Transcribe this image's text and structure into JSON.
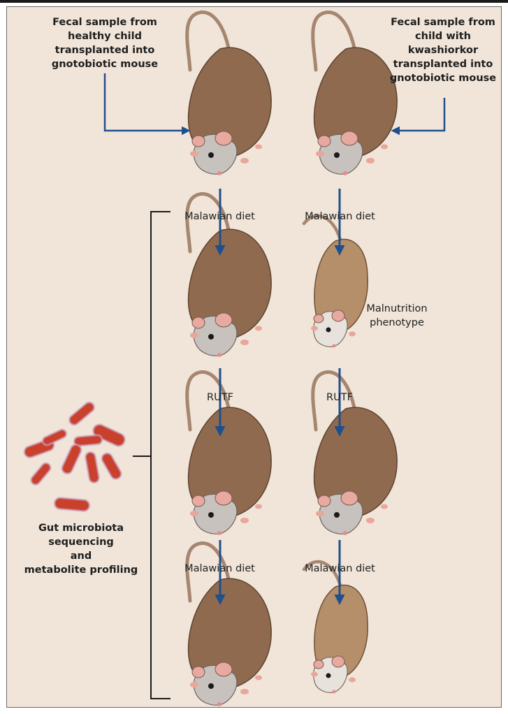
{
  "figure": {
    "left_source_label": "Fecal sample from\nhealthy child\ntransplanted into\ngnotobiotic mouse",
    "right_source_label": "Fecal sample from\nchild with\nkwashiorkor\ntransplanted into\ngnotobiotic mouse",
    "diet_labels": [
      "Malawian diet",
      "Malawian diet",
      "RUTF",
      "RUTF",
      "Malawian diet",
      "Malawian diet"
    ],
    "phenotype_label": "Malnutrition\nphenotype",
    "analysis_label": "Gut microbiota\nsequencing\nand\nmetabolite profiling"
  },
  "colors": {
    "background": "#f0e5d8",
    "arrow": "#1f4f8c",
    "healthy_mouse": "#8f6a4f",
    "malnourished_mouse": "#b58e6a",
    "bacteria": "#c9402c"
  },
  "icons": [
    "mouse-illustration",
    "bacteria-cluster",
    "arrow-down",
    "bracket"
  ]
}
